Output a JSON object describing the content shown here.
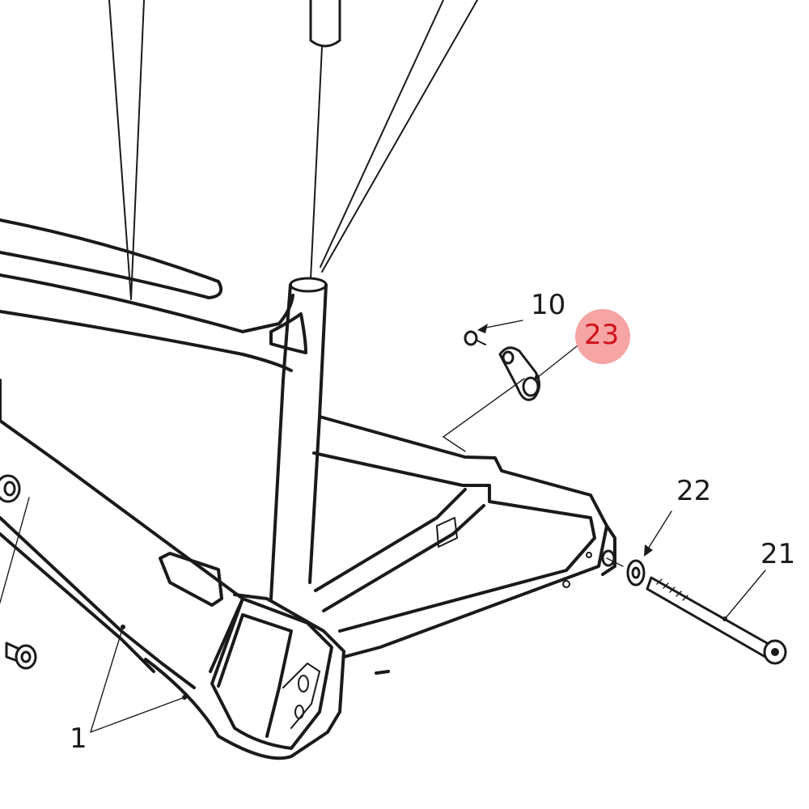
{
  "callouts": {
    "c10": "10",
    "c23": "23",
    "c22": "22",
    "c21": "21",
    "c1": "1"
  },
  "highlight": {
    "selected": "23",
    "color": "#f05a5a",
    "text_color": "#d1121b"
  }
}
